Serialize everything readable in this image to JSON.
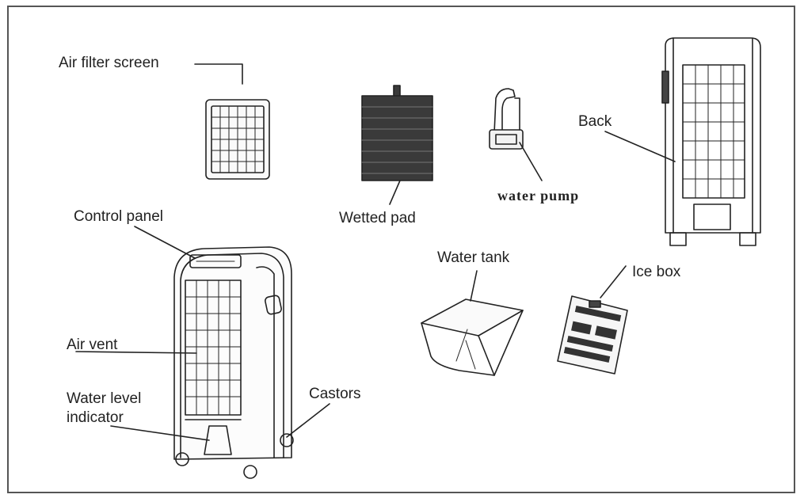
{
  "labels": {
    "air_filter_screen": "Air filter screen",
    "wetted_pad": "Wetted pad",
    "water_pump": "water  pump",
    "back": "Back",
    "control_panel": "Control panel",
    "air_vent": "Air vent",
    "water_level_line1": "Water level",
    "water_level_line2": "indicator",
    "castors": "Castors",
    "water_tank": "Water tank",
    "ice_box": "Ice box"
  },
  "colors": {
    "ink": "#222222",
    "pad": "#3a3a3a",
    "frame": "#555555"
  }
}
